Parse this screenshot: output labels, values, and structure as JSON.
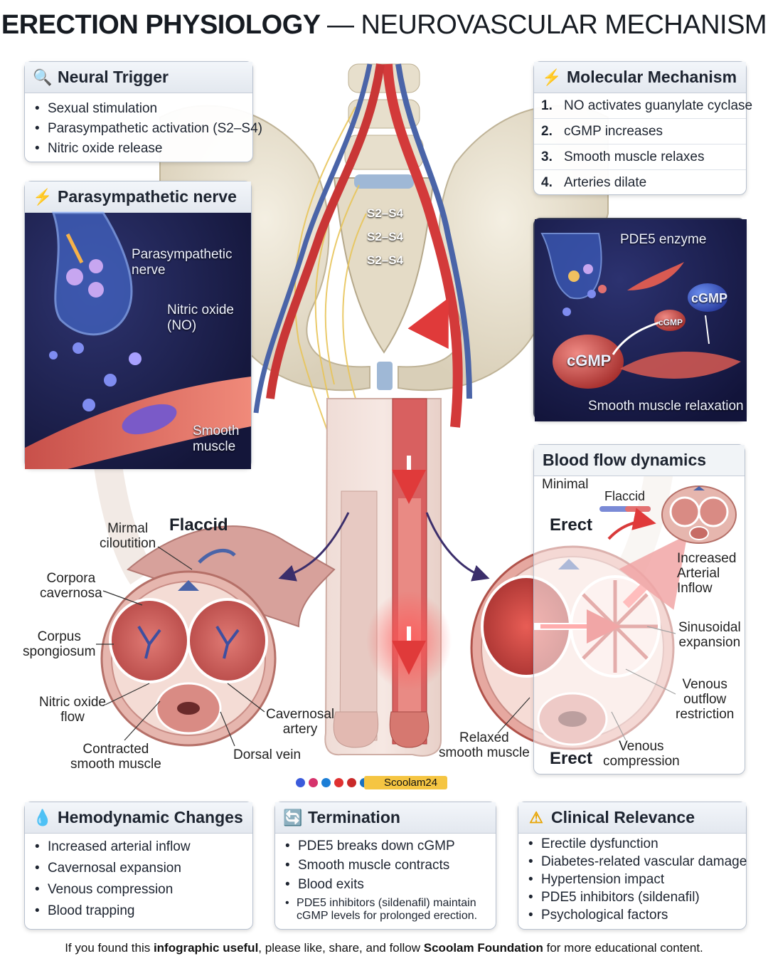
{
  "title": {
    "bold": "ERECTION PHYSIOLOGY",
    "rest": "— NEUROVASCULAR MECHANISM"
  },
  "neural_trigger": {
    "heading": "Neural Trigger",
    "icon": "magnifier-icon",
    "items": [
      "Sexual stimulation",
      "Parasympathetic activation (S2–S4)",
      "Nitric oxide release"
    ]
  },
  "parasympathetic_panel": {
    "heading": "Parasympathetic nerve",
    "icon": "lightning-icon",
    "labels": {
      "nerve": "Parasympathetic\nnerve",
      "no": "Nitric oxide\n(NO)",
      "muscle": "Smooth\nmuscle"
    }
  },
  "molecular_mechanism": {
    "heading": "Molecular Mechanism",
    "icon": "lightning-icon",
    "steps": [
      {
        "num": "1.",
        "text": "NO activates guanylate cyclase"
      },
      {
        "num": "2.",
        "text": "cGMP increases"
      },
      {
        "num": "3.",
        "text": "Smooth muscle relaxes"
      },
      {
        "num": "4.",
        "text": "Arteries dilate"
      }
    ]
  },
  "pde5_panel": {
    "enzyme": "PDE5 enzyme",
    "cgmp_small": "cGMP",
    "cgmp_mid": "cGMP",
    "cgmp_large": "cGMP",
    "caption": "Smooth muscle relaxation"
  },
  "spine_labels": [
    "S2–S4",
    "S2–S4",
    "S2–S4"
  ],
  "blood_flow": {
    "heading": "Blood flow dynamics",
    "minimal": "Minimal",
    "flaccid": "Flaccid",
    "erect_top": "Erect",
    "erect_bottom": "Erect",
    "increased": "Increased\nArterial\nInflow",
    "sinusoidal": "Sinusoidal\nexpansion",
    "venous_outflow": "Venous\noutflow\nrestriction",
    "venous_comp": "Venous\ncompression",
    "relaxed": "Relaxed\nsmooth muscle"
  },
  "flaccid_section": {
    "heading": "Flaccid",
    "mirmal": "Mirmal\nciloutition",
    "corpora": "Corpora\ncavernosa",
    "spongiosum": "Corpus\nspongiosum",
    "nitric": "Nitric oxide\nflow",
    "contracted": "Contracted\nsmooth muscle",
    "dorsal": "Dorsal vein",
    "cavernosal": "Cavernosal\nartery"
  },
  "brand": {
    "name": "Scoolam24",
    "social_icons": [
      "facebook-icon",
      "instagram-icon",
      "x-icon",
      "youtube-icon",
      "pinterest-icon",
      "linkedin-icon"
    ]
  },
  "hemodynamic": {
    "heading": "Hemodynamic Changes",
    "icon": "blood-drop-icon",
    "items": [
      "Increased arterial inflow",
      "Cavernosal expansion",
      "Venous compression",
      "Blood trapping"
    ]
  },
  "termination": {
    "heading": "Termination",
    "icon": "refresh-icon",
    "items": [
      "PDE5 breaks down cGMP",
      "Smooth muscle contracts",
      "Blood exits"
    ],
    "note": "PDE5 inhibitors (sildenafil) maintain\ncGMP levels for prolonged erection."
  },
  "clinical": {
    "heading": "Clinical Relevance",
    "icon": "warning-icon",
    "items": [
      "Erectile dysfunction",
      "Diabetes-related vascular damage",
      "Hypertension impact",
      "PDE5 inhibitors (sildenafil)",
      "Psychological factors"
    ]
  },
  "footer": {
    "pre": "If you found this ",
    "b1": "infographic useful",
    "mid": ", please like, share, and follow ",
    "b2": "Scoolam Foundation",
    "post": " for more educational content."
  },
  "colors": {
    "artery": "#d33a3a",
    "vein": "#4a64a8",
    "nerve": "#e8c55a",
    "bone": "#e9e1cf",
    "tissue": "#c8605e",
    "dark_panel": "#1b1f3f"
  }
}
